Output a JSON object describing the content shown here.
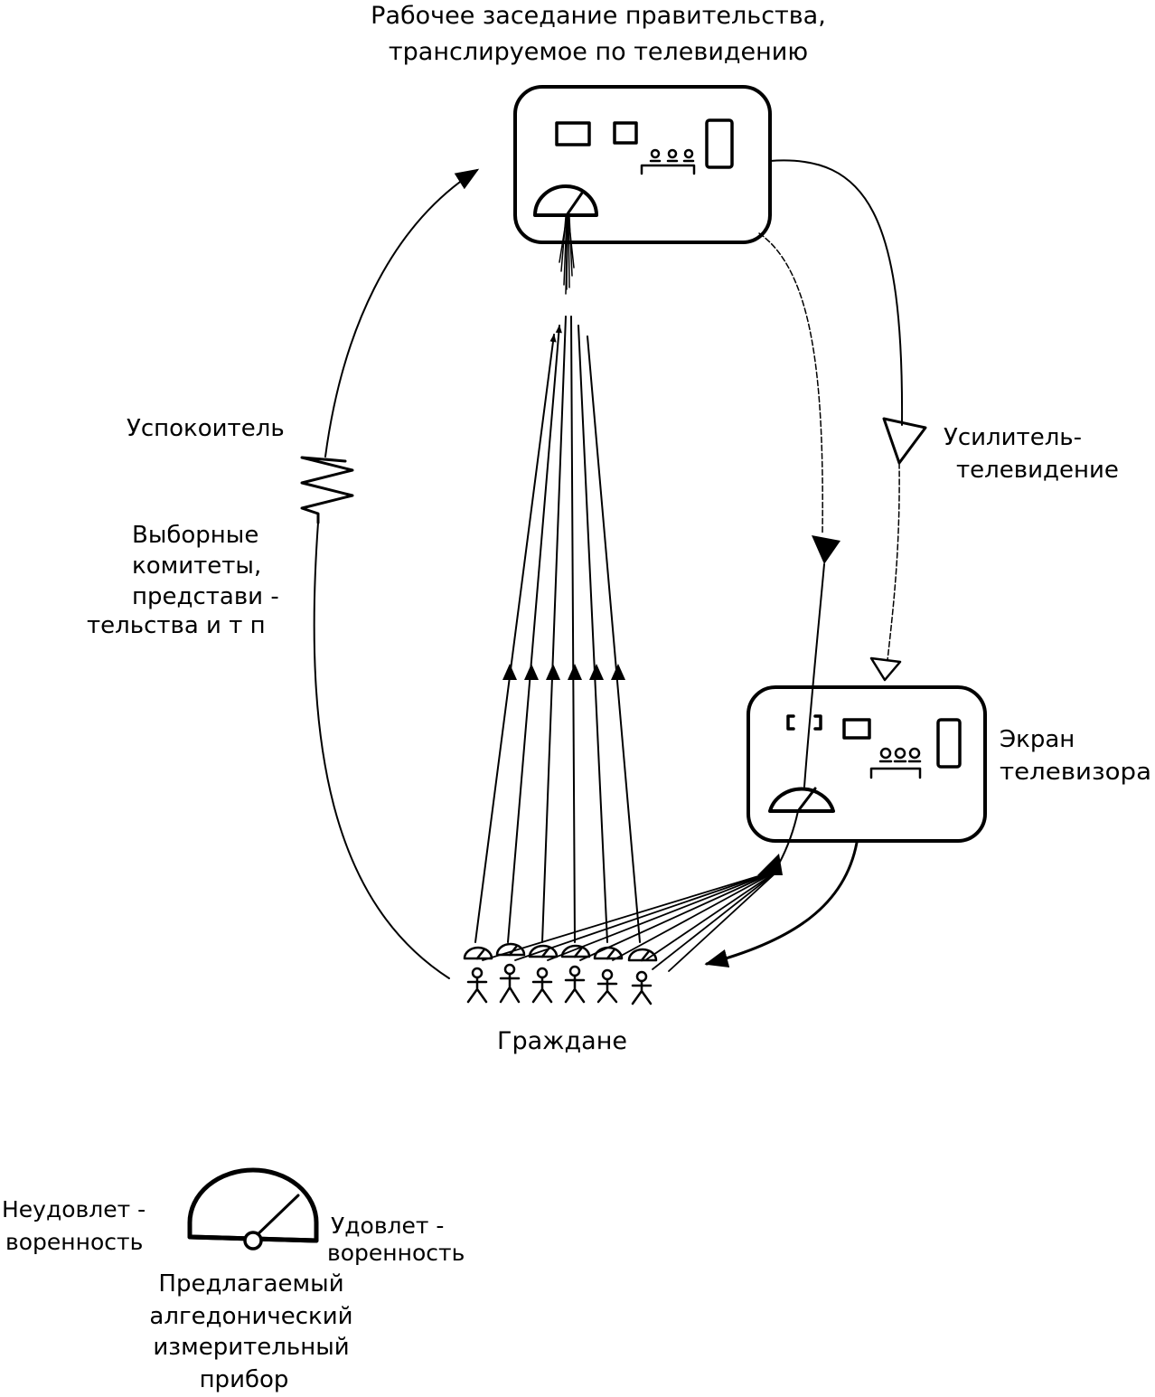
{
  "labels": {
    "title_line1": "Рабочее заседание правительства,",
    "title_line2": "транслируемое по телевидению",
    "calmer": "Успокоитель",
    "committees_line1": "Выборные",
    "committees_line2": "комитеты,",
    "committees_line3": "представи -",
    "committees_line4": "тельства и т п",
    "amplifier_line1": "Усилитель-",
    "amplifier_line2": "телевидение",
    "screen_line1": "Экран",
    "screen_line2": "телевизора",
    "citizens": "Граждане"
  },
  "legend": {
    "dissatisfaction_line1": "Неудовлет -",
    "dissatisfaction_line2": "воренность",
    "satisfaction_line1": "Удовлет -",
    "satisfaction_line2": "воренность",
    "caption_line1": "Предлагаемый",
    "caption_line2": "алгедонический",
    "caption_line3": "измерительный",
    "caption_line4": "прибор"
  },
  "colors": {
    "ink": "#000000",
    "paper": "#ffffff"
  }
}
